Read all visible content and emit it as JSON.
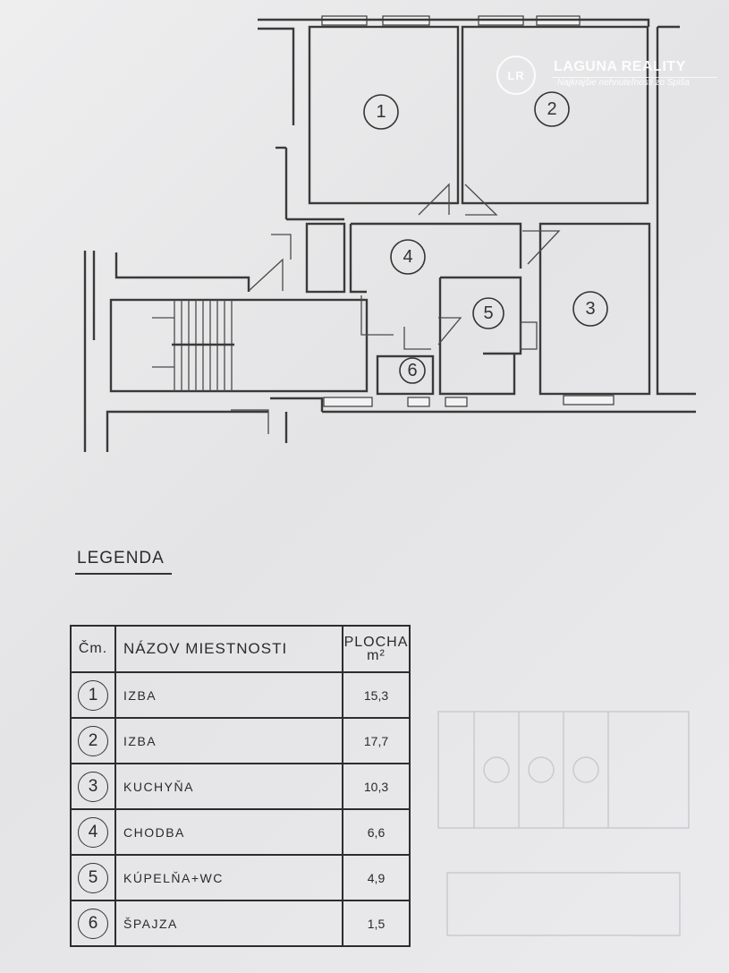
{
  "brand": {
    "logo_mark": "LR",
    "name": "LAGUNA REALITY",
    "tagline": "Najkrajšie nehnuteľnosti zo Spiša"
  },
  "plan": {
    "rooms": [
      {
        "number": "1"
      },
      {
        "number": "2"
      },
      {
        "number": "3"
      },
      {
        "number": "4"
      },
      {
        "number": "5"
      },
      {
        "number": "6"
      }
    ]
  },
  "legend": {
    "title": "LEGENDA",
    "headers": {
      "number": "Čm.",
      "name": "NÁZOV MIESTNOSTI",
      "area_line1": "PLOCHA",
      "area_line2": "m²"
    },
    "rows": [
      {
        "number": "1",
        "name": "IZBA",
        "area": "15,3"
      },
      {
        "number": "2",
        "name": "IZBA",
        "area": "17,7"
      },
      {
        "number": "3",
        "name": "KUCHYŇA",
        "area": "10,3"
      },
      {
        "number": "4",
        "name": "CHODBA",
        "area": "6,6"
      },
      {
        "number": "5",
        "name": "KÚPELŇA+WC",
        "area": "4,9"
      },
      {
        "number": "6",
        "name": "ŠPAJZA",
        "area": "1,5"
      }
    ]
  },
  "colors": {
    "paper": "#e9e9ea",
    "ink": "#2a2a2a"
  }
}
